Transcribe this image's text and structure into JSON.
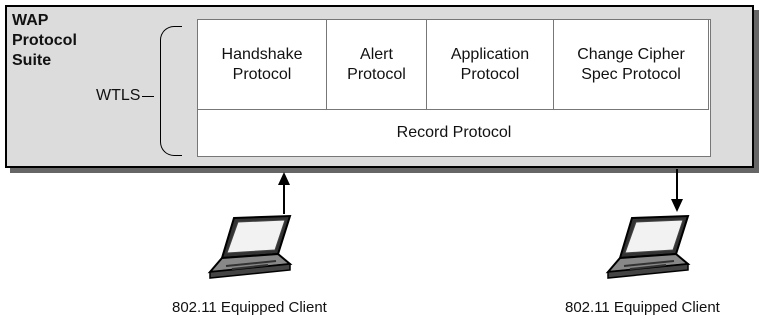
{
  "suite": {
    "title": "WAP\nProtocol\nSuite",
    "layer_label": "WTLS"
  },
  "protocols": [
    {
      "label": "Handshake\nProtocol"
    },
    {
      "label": "Alert\nProtocol"
    },
    {
      "label": "Application\nProtocol"
    },
    {
      "label": "Change Cipher\nSpec Protocol"
    }
  ],
  "record": {
    "label": "Record Protocol"
  },
  "clients": [
    {
      "label": "802.11 Equipped Client",
      "direction": "up"
    },
    {
      "label": "802.11 Equipped Client",
      "direction": "down"
    }
  ]
}
